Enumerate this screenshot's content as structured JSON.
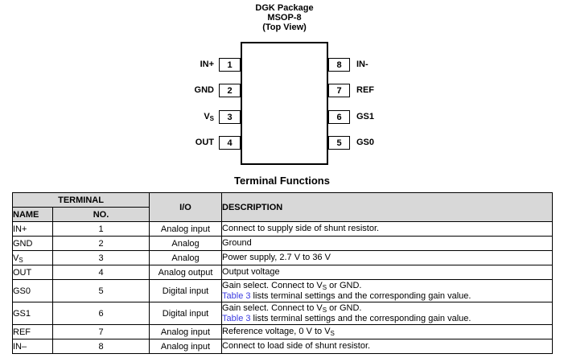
{
  "package_diagram": {
    "title_lines": [
      "DGK Package",
      "MSOP-8",
      "(Top View)"
    ],
    "left_pins": [
      {
        "number": "1",
        "label": [
          {
            "t": "text",
            "v": "IN+"
          }
        ]
      },
      {
        "number": "2",
        "label": [
          {
            "t": "text",
            "v": "GND"
          }
        ]
      },
      {
        "number": "3",
        "label": [
          {
            "t": "text",
            "v": "V"
          },
          {
            "t": "sub",
            "v": "S"
          }
        ]
      },
      {
        "number": "4",
        "label": [
          {
            "t": "text",
            "v": "OUT"
          }
        ]
      }
    ],
    "right_pins": [
      {
        "number": "8",
        "label": [
          {
            "t": "text",
            "v": "IN-"
          }
        ]
      },
      {
        "number": "7",
        "label": [
          {
            "t": "text",
            "v": "REF"
          }
        ]
      },
      {
        "number": "6",
        "label": [
          {
            "t": "text",
            "v": "GS1"
          }
        ]
      },
      {
        "number": "5",
        "label": [
          {
            "t": "text",
            "v": "GS0"
          }
        ]
      }
    ]
  },
  "table": {
    "title": "Terminal Functions",
    "headers": {
      "terminal": "TERMINAL",
      "name": "NAME",
      "no": "NO.",
      "io": "I/O",
      "description": "DESCRIPTION"
    },
    "rows": [
      {
        "name": [
          {
            "t": "text",
            "v": "IN+"
          }
        ],
        "no": "1",
        "io": "Analog input",
        "desc": [
          {
            "t": "text",
            "v": "Connect to supply side of shunt resistor."
          }
        ]
      },
      {
        "name": [
          {
            "t": "text",
            "v": "GND"
          }
        ],
        "no": "2",
        "io": "Analog",
        "desc": [
          {
            "t": "text",
            "v": "Ground"
          }
        ]
      },
      {
        "name": [
          {
            "t": "text",
            "v": "V"
          },
          {
            "t": "sub",
            "v": "S"
          }
        ],
        "no": "3",
        "io": "Analog",
        "desc": [
          {
            "t": "text",
            "v": "Power supply, 2.7 V to 36 V"
          }
        ]
      },
      {
        "name": [
          {
            "t": "text",
            "v": "OUT"
          }
        ],
        "no": "4",
        "io": "Analog output",
        "desc": [
          {
            "t": "text",
            "v": "Output voltage"
          }
        ]
      },
      {
        "name": [
          {
            "t": "text",
            "v": "GS0"
          }
        ],
        "no": "5",
        "io": "Digital input",
        "desc": [
          {
            "t": "text",
            "v": "Gain select. Connect to V"
          },
          {
            "t": "sub",
            "v": "S"
          },
          {
            "t": "text",
            "v": " or GND."
          },
          {
            "t": "br"
          },
          {
            "t": "link",
            "v": "Table 3"
          },
          {
            "t": "text",
            "v": " lists terminal settings and the corresponding gain value."
          }
        ]
      },
      {
        "name": [
          {
            "t": "text",
            "v": "GS1"
          }
        ],
        "no": "6",
        "io": "Digital input",
        "desc": [
          {
            "t": "text",
            "v": "Gain select. Connect to V"
          },
          {
            "t": "sub",
            "v": "S"
          },
          {
            "t": "text",
            "v": " or GND."
          },
          {
            "t": "br"
          },
          {
            "t": "link",
            "v": "Table 3"
          },
          {
            "t": "text",
            "v": " lists terminal settings and the corresponding gain value."
          }
        ]
      },
      {
        "name": [
          {
            "t": "text",
            "v": "REF"
          }
        ],
        "no": "7",
        "io": "Analog input",
        "desc": [
          {
            "t": "text",
            "v": "Reference voltage, 0 V to V"
          },
          {
            "t": "sub",
            "v": "S"
          }
        ]
      },
      {
        "name": [
          {
            "t": "text",
            "v": "IN–"
          }
        ],
        "no": "8",
        "io": "Analog input",
        "desc": [
          {
            "t": "text",
            "v": "Connect to load side of shunt resistor."
          }
        ]
      }
    ]
  },
  "colors": {
    "link_blue": "#3c3ce0",
    "header_gray": "#d8d8d8"
  }
}
